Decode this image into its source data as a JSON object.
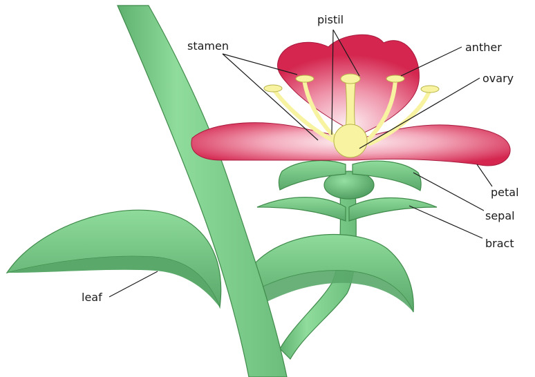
{
  "labels": {
    "pistil": "pistil",
    "stamen": "stamen",
    "anther": "anther",
    "ovary": "ovary",
    "petal": "petal",
    "sepal": "sepal",
    "bract": "bract",
    "leaf": "leaf"
  },
  "colors": {
    "stem_green": "#7fd18f",
    "stem_dark": "#5fb070",
    "petal_red": "#d4264f",
    "petal_light": "#fbe5ea",
    "stamen_yellow": "#f7f3a0",
    "label_text": "#1a1a1a"
  }
}
